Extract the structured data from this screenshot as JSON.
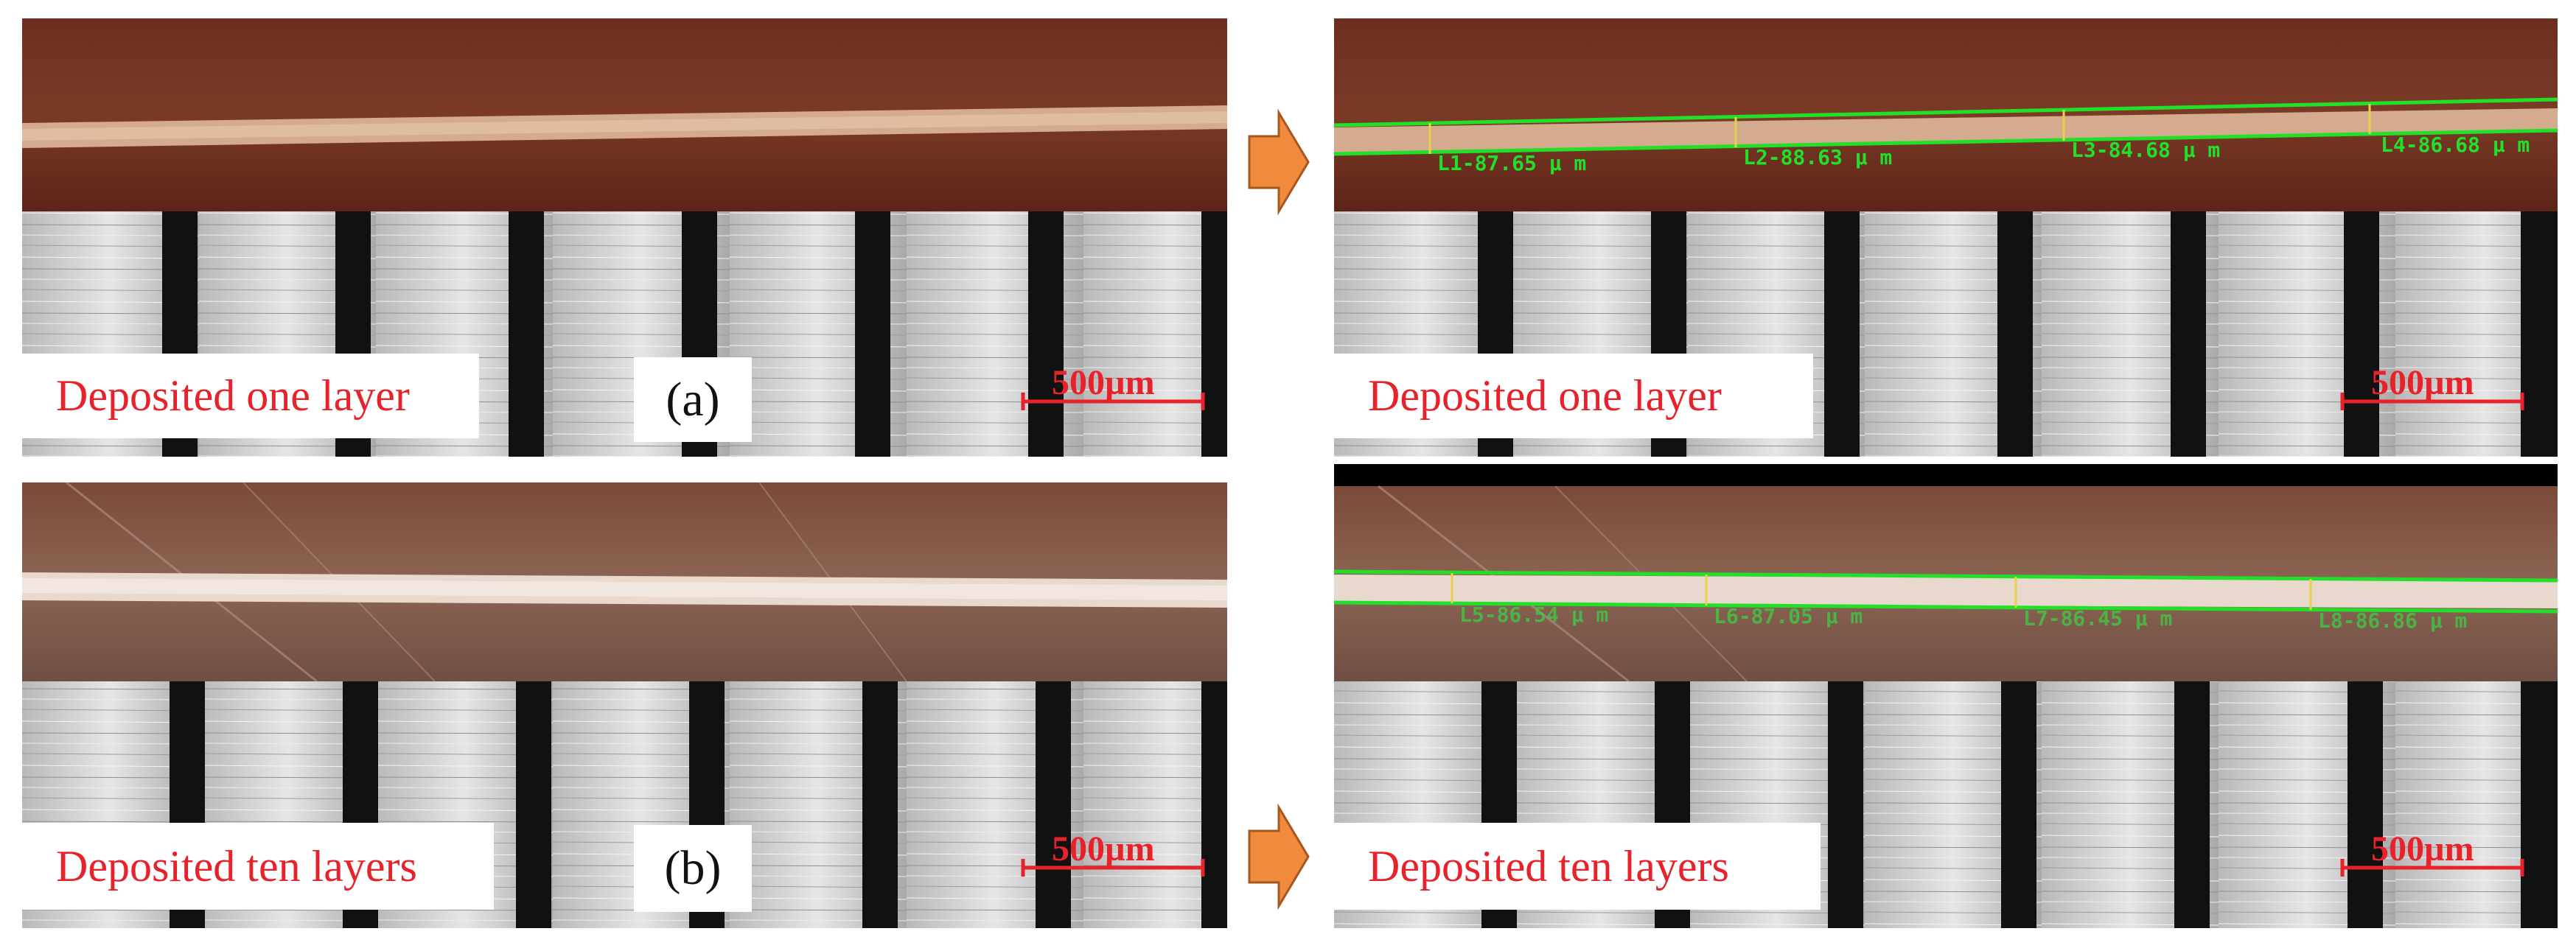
{
  "labels": {
    "one_layer": "Deposited one layer",
    "ten_layers": "Deposited ten layers",
    "tag_a": "(a)",
    "tag_b": "(b)",
    "scale": "500µm"
  },
  "measurements_one_layer": [
    {
      "label": "L1-87.65 µ m"
    },
    {
      "label": "L2-88.63 µ m"
    },
    {
      "label": "L3-84.68 µ m"
    },
    {
      "label": "L4-86.68 µ m"
    }
  ],
  "measurements_ten_layers": [
    {
      "label": "L5-86.54 µ m"
    },
    {
      "label": "L6-87.05 µ m"
    },
    {
      "label": "L7-86.45 µ m"
    },
    {
      "label": "L8-86.86 µ m"
    }
  ],
  "colors": {
    "label_text": "#e8222a",
    "measure_line": "#22e02a",
    "arrow": "#f08a3c"
  }
}
